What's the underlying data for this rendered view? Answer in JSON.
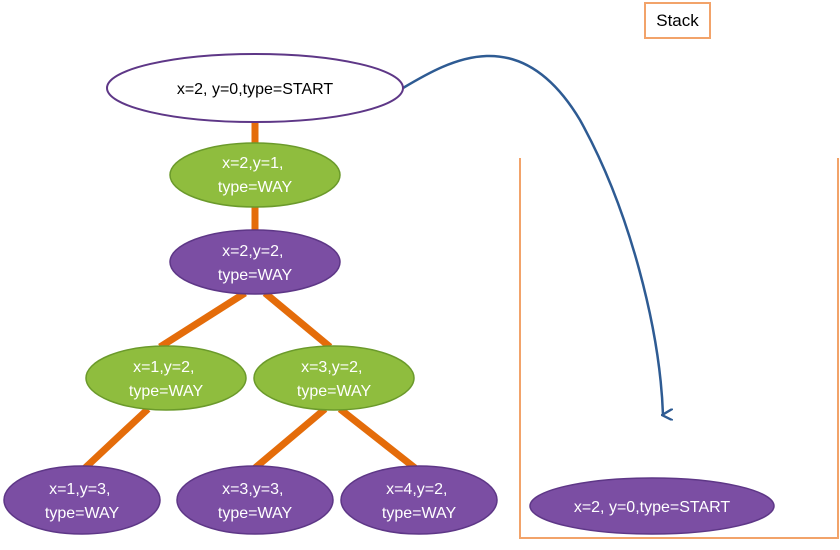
{
  "stack_label": "Stack",
  "colors": {
    "edge": "#e46c0a",
    "arrow": "#2e5b93",
    "green_fill": "#8fbd3e",
    "green_stroke": "#6b9a2b",
    "purple_fill": "#7b4ea3",
    "purple_stroke": "#5e3787",
    "start_fill": "#ffffff",
    "start_stroke": "#5e3787",
    "stack_border": "#f2a36a",
    "light_text": "#ffffff",
    "dark_text": "#000000"
  },
  "nodes": {
    "start": {
      "lines": [
        "x=2, y=0,type=START"
      ]
    },
    "n1": {
      "lines": [
        "x=2,y=1,",
        "type=WAY"
      ]
    },
    "n2": {
      "lines": [
        "x=2,y=2,",
        "type=WAY"
      ]
    },
    "n3": {
      "lines": [
        "x=1,y=2,",
        "type=WAY"
      ]
    },
    "n4": {
      "lines": [
        "x=3,y=2,",
        "type=WAY"
      ]
    },
    "n5": {
      "lines": [
        "x=1,y=3,",
        "type=WAY"
      ]
    },
    "n6": {
      "lines": [
        "x=3,y=3,",
        "type=WAY"
      ]
    },
    "n7": {
      "lines": [
        "x=4,y=2,",
        "type=WAY"
      ]
    }
  },
  "stack": {
    "items": [
      {
        "lines": [
          "x=2, y=0,type=START"
        ]
      }
    ]
  }
}
